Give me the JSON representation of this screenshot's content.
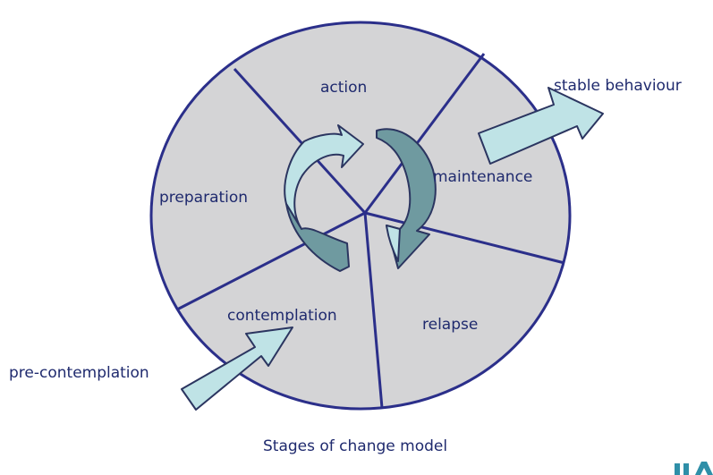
{
  "diagram": {
    "caption": "Stages of change model",
    "stages": {
      "action": "action",
      "maintenance": "maintenance",
      "relapse": "relapse",
      "contemplation": "contemplation",
      "preparation": "preparation"
    },
    "outer_labels": {
      "entry": "pre-contemplation",
      "exit": "stable behaviour"
    }
  },
  "colors": {
    "wheel_fill": "#d4d4d6",
    "lines": "#2b2f8a",
    "arrow_light": "#bfe3e6",
    "arrow_dark": "#6f9aa0",
    "text": "#1f2a6e",
    "logo": "#2f8fa8"
  }
}
